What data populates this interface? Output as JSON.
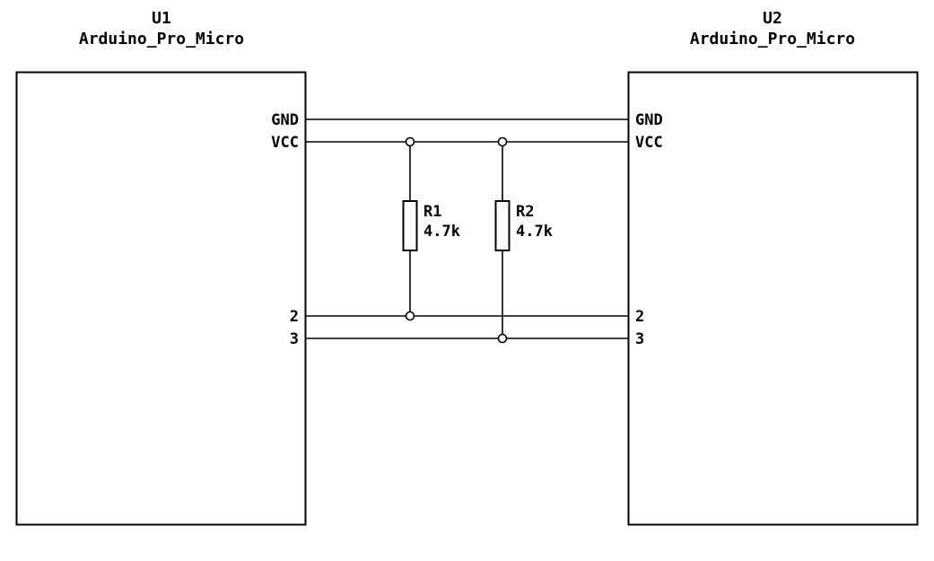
{
  "schematic": {
    "colors": {
      "wire": "#000000",
      "background": "#ffffff",
      "text": "#000000"
    },
    "components": [
      {
        "ref": "U1",
        "value": "Arduino_Pro_Micro",
        "pins": [
          "GND",
          "VCC",
          "2",
          "3"
        ]
      },
      {
        "ref": "U2",
        "value": "Arduino_Pro_Micro",
        "pins": [
          "GND",
          "VCC",
          "2",
          "3"
        ]
      },
      {
        "ref": "R1",
        "value": "4.7k"
      },
      {
        "ref": "R2",
        "value": "4.7k"
      }
    ],
    "nets": [
      "GND",
      "VCC",
      "2",
      "3"
    ]
  }
}
